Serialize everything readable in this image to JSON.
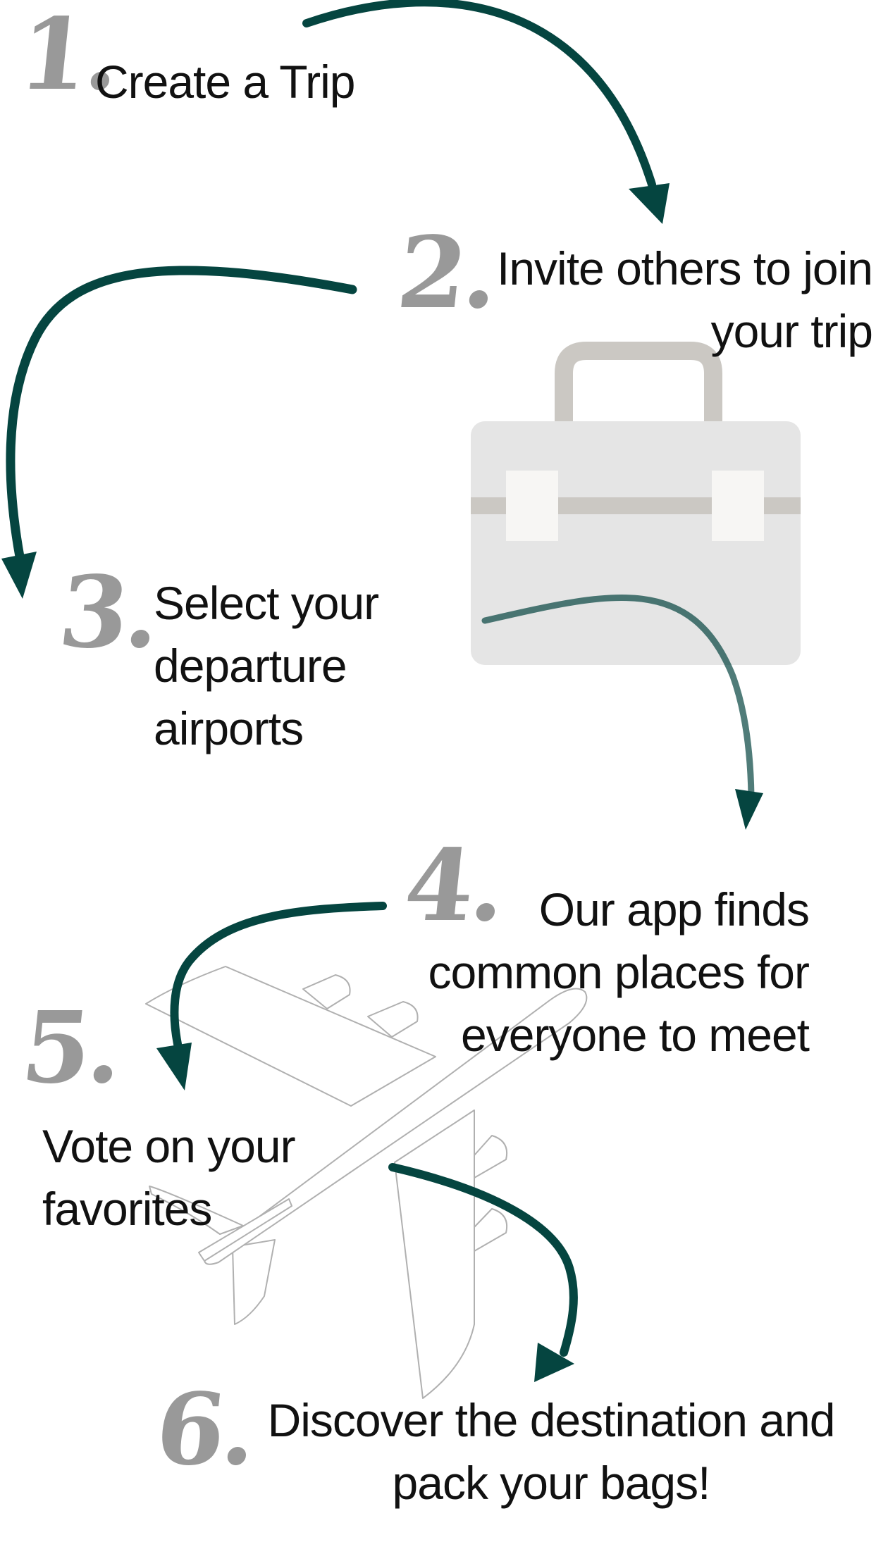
{
  "colors": {
    "arrow": "#054540",
    "number": "#999999",
    "text": "#111111",
    "case_body": "#e5e5e5",
    "case_handle": "#cbc8c3",
    "case_latch": "#f7f6f4",
    "plane_outline": "#b0b0b0"
  },
  "steps": [
    {
      "number": "1.",
      "text": "Create a Trip"
    },
    {
      "number": "2.",
      "text": "Invite others to join\nyour trip"
    },
    {
      "number": "3.",
      "text": "Select your\ndeparture\nairports"
    },
    {
      "number": "4.",
      "text": "Our app finds\ncommon places for\neveryone to meet"
    },
    {
      "number": "5.",
      "text": "Vote on your\nfavorites"
    },
    {
      "number": "6.",
      "text": "Discover the destination and\npack your bags!"
    }
  ],
  "illustrations": {
    "suitcase": "suitcase-icon",
    "airplane": "airplane-icon",
    "arrows": "curved-arrow-icon"
  }
}
